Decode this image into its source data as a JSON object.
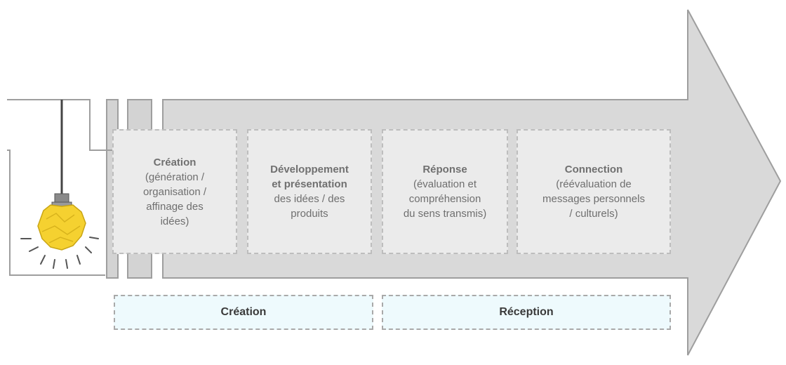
{
  "diagram": {
    "stages": [
      {
        "title": "Création",
        "detail": "(génération /\norganisation /\naffinage des\nidées)"
      },
      {
        "title": "Développement\net présentation",
        "detail": "des idées / des\nproduits"
      },
      {
        "title": "Réponse",
        "detail": "(évaluation et\ncompréhension\ndu sens transmis)"
      },
      {
        "title": "Connection",
        "detail": "(réévaluation de\nmessages personnels\n/ culturels)"
      }
    ],
    "phases": [
      {
        "label": "Création"
      },
      {
        "label": "Réception"
      }
    ],
    "colors": {
      "arrow_fill": "#d9d9d9",
      "arrow_stroke": "#9e9e9e",
      "stage_fill": "#ebebeb",
      "phase_fill": "#eefafd",
      "bulb": "#f5d130"
    },
    "icons": [
      "light-bulb-icon",
      "arrow-shape"
    ]
  }
}
